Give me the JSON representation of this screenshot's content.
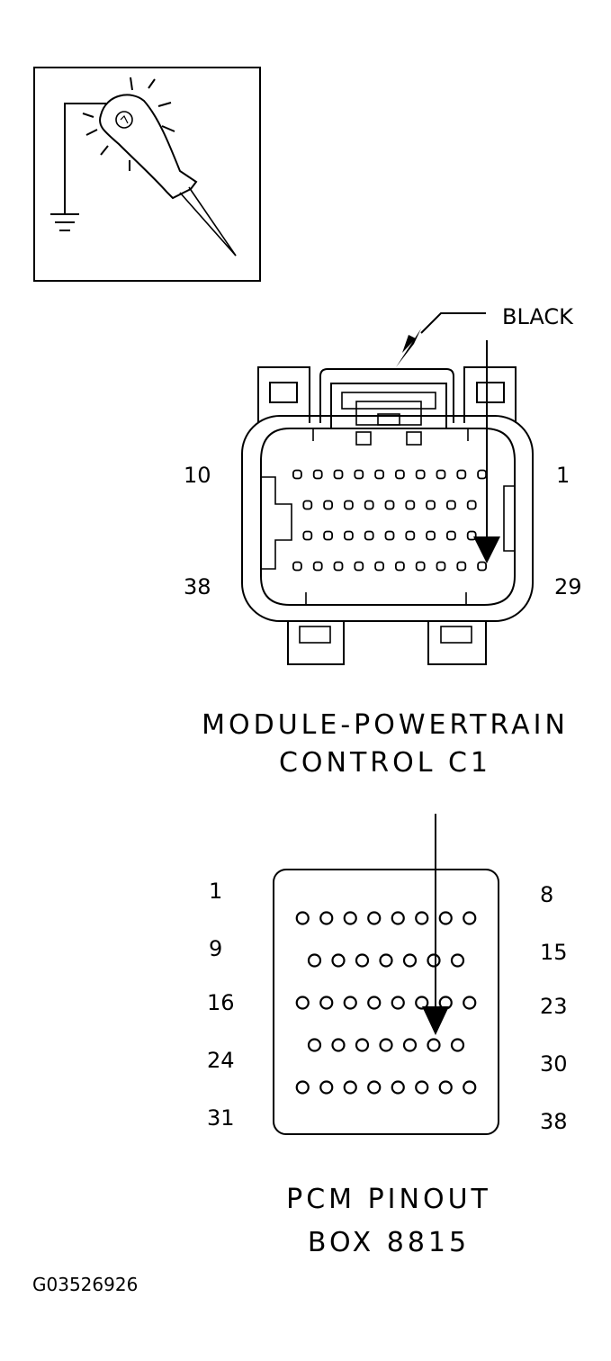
{
  "probe": {
    "icon": "test-light-probe-icon",
    "ground_icon": "ground-symbol-icon"
  },
  "connector_c1": {
    "color_label": "BLACK",
    "pin_labels": {
      "top_left": "10",
      "top_right": "1",
      "bottom_left": "38",
      "bottom_right": "29"
    },
    "caption_line1": "MODULE-POWERTRAIN",
    "caption_line2": "CONTROL C1",
    "pin_rows": [
      10,
      9,
      9,
      10
    ]
  },
  "pinout_box": {
    "pin_labels": {
      "row1_left": "1",
      "row1_right": "8",
      "row2_left": "9",
      "row2_right": "15",
      "row3_left": "16",
      "row3_right": "23",
      "row4_left": "24",
      "row4_right": "30",
      "row5_left": "31",
      "row5_right": "38"
    },
    "caption_line1": "PCM PINOUT",
    "caption_line2": "BOX 8815",
    "pin_rows": [
      8,
      7,
      8,
      7,
      8
    ]
  },
  "figure_id": "G03526926"
}
